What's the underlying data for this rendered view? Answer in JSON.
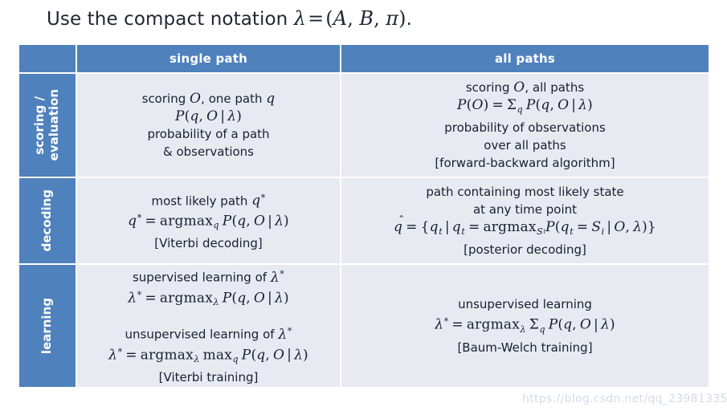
{
  "title": {
    "prefix": "Use the compact notation ",
    "lambda": "λ",
    "equals": "=",
    "open": "(",
    "A": "A",
    "comma1": ",",
    "B": "B",
    "comma2": ",",
    "pi": "π",
    "close": ")",
    "period": "."
  },
  "table": {
    "header": {
      "corner": "",
      "single_path": "single path",
      "all_paths": "all paths"
    },
    "rows": [
      {
        "label_line1": "scoring /",
        "label_line2": "evaluation",
        "single": {
          "l1_a": "scoring",
          "l1_O": "O",
          "l1_b": ", one path",
          "l1_q": "q",
          "l2_P": "P",
          "l2_open": "(",
          "l2_q": "q",
          "l2_comma": ",",
          "l2_O": "O",
          "l2_bar": "|",
          "l2_lambda": "λ",
          "l2_close": ")",
          "l3": "probability of a path",
          "l4": "& observations"
        },
        "all": {
          "l1_a": "scoring",
          "l1_O": "O",
          "l1_b": ", all paths",
          "l2_P": "P",
          "l2_O": "O",
          "l2_eq": "=",
          "l2_sigma": "Σ",
          "l2_sub": "q",
          "l2_P2": "P",
          "l2_q": "q",
          "l2_comma": ",",
          "l2_O2": "O",
          "l2_bar": "|",
          "l2_lambda": "λ",
          "l3": "probability of observations",
          "l4": "over all paths",
          "l5": "[forward-backward algorithm]"
        }
      },
      {
        "label_line1": "decoding",
        "label_line2": "",
        "single": {
          "l1_a": "most likely path",
          "l1_q": "q",
          "l1_star": "*",
          "l2_q": "q",
          "l2_star": "*",
          "l2_eq": "=",
          "l2_argmax": "argmax",
          "l2_sub": "q",
          "l2_P": "P",
          "l2_q2": "q",
          "l2_comma": ",",
          "l2_O": "O",
          "l2_bar": "|",
          "l2_lambda": "λ",
          "l3": "[Viterbi decoding]"
        },
        "all": {
          "l1": "path containing most likely state",
          "l2": "at any time point",
          "l3_q": "q",
          "l3_eq": "=",
          "l3_obrace": "{",
          "l3_q1": "q",
          "l3_q1sub": "t",
          "l3_bar1": "|",
          "l3_q2": "q",
          "l3_q2sub": "t",
          "l3_eq2": "=",
          "l3_argmax": "argmax",
          "l3_argsub": "S",
          "l3_argsubsub": "i",
          "l3_P": "P",
          "l3_q3": "q",
          "l3_q3sub": "t",
          "l3_eq3": "=",
          "l3_S": "S",
          "l3_Ssub": "i",
          "l3_bar2": "|",
          "l3_O": "O",
          "l3_comma": ",",
          "l3_lambda": "λ",
          "l3_cbrace": "}",
          "l4": "[posterior decoding]"
        }
      },
      {
        "label_line1": "learning",
        "label_line2": "",
        "single": {
          "l1_a": "supervised learning of",
          "l1_lambda": "λ",
          "l1_star": "*",
          "l2_lambda": "λ",
          "l2_star": "*",
          "l2_eq": "=",
          "l2_argmax": "argmax",
          "l2_sub": "λ",
          "l2_P": "P",
          "l2_q": "q",
          "l2_comma": ",",
          "l2_O": "O",
          "l2_bar": "|",
          "l2_lambda2": "λ",
          "l3_a": "unsupervised learning of",
          "l3_lambda": "λ",
          "l3_star": "*",
          "l4_lambda": "λ",
          "l4_star": "*",
          "l4_eq": "=",
          "l4_argmax": "argmax",
          "l4_sub": "λ",
          "l4_max": "max",
          "l4_maxsub": "q",
          "l4_P": "P",
          "l4_q": "q",
          "l4_comma": ",",
          "l4_O": "O",
          "l4_bar": "|",
          "l4_lambda2": "λ",
          "l5": "[Viterbi training]"
        },
        "all": {
          "l1": "unsupervised learning",
          "l2_lambda": "λ",
          "l2_star": "*",
          "l2_eq": "=",
          "l2_argmax": "argmax",
          "l2_sub": "λ",
          "l2_sigma": "Σ",
          "l2_sigsub": "q",
          "l2_P": "P",
          "l2_q": "q",
          "l2_comma": ",",
          "l2_O": "O",
          "l2_bar": "|",
          "l2_lambda2": "λ",
          "l3": "[Baum-Welch training]"
        }
      }
    ]
  },
  "watermark": "https://blog.csdn.net/qq_23981335",
  "colors": {
    "header_blue": "#4f81bd",
    "cell_background": "#e8eaf2",
    "text": "#17202a",
    "header_text": "#ffffff",
    "watermark_text": "#d6dae8"
  }
}
